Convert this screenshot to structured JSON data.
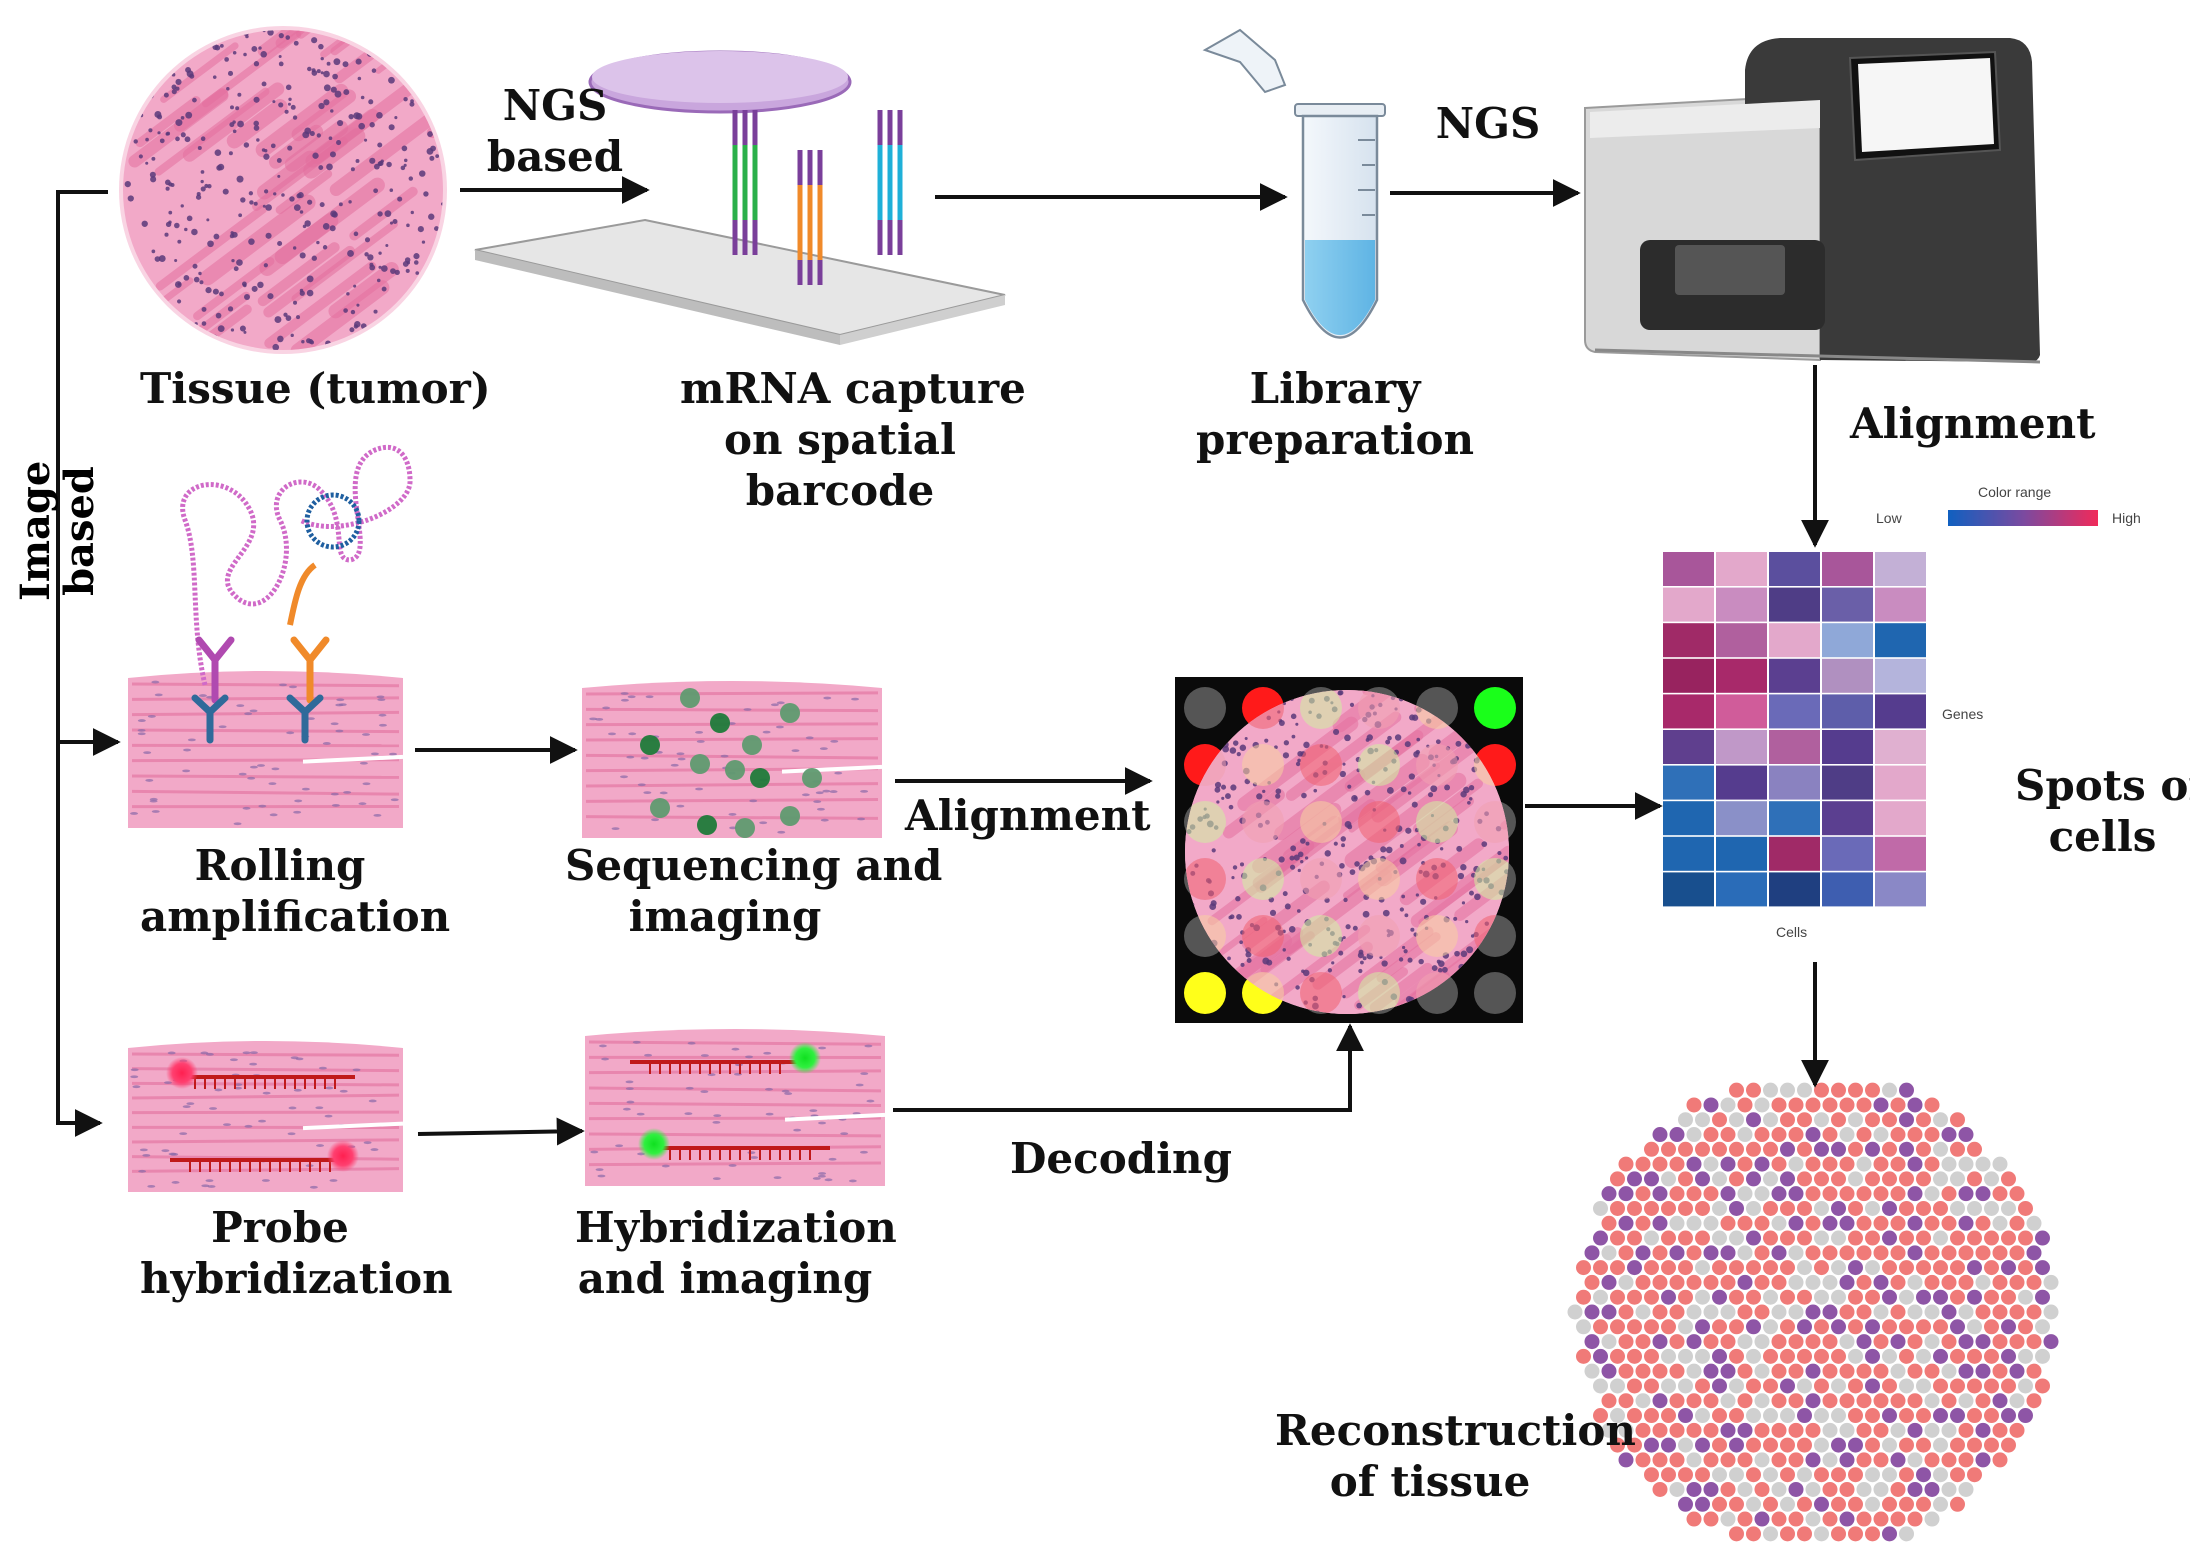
{
  "labels": {
    "tissue": "Tissue (tumor)",
    "ngs_based": [
      "NGS",
      "based"
    ],
    "mrna_capture": [
      "mRNA capture",
      "on spatial",
      "barcode"
    ],
    "library": [
      "Library",
      "preparation"
    ],
    "ngs": "NGS",
    "alignment_top": "Alignment",
    "image_based": [
      "Image",
      "based"
    ],
    "rolling": [
      "Rolling",
      "amplification"
    ],
    "seq_imaging": [
      "Sequencing and",
      "imaging"
    ],
    "alignment_mid": "Alignment",
    "probe": [
      "Probe",
      "hybridization"
    ],
    "hyb_imaging": [
      "Hybridization",
      "and imaging"
    ],
    "decoding": "Decoding",
    "spots": [
      "Spots or",
      "cells"
    ],
    "reconstruction": [
      "Reconstruction",
      "of tissue"
    ]
  },
  "heatmap": {
    "color_range_title": "Color range",
    "low": "Low",
    "high": "High",
    "genes_label": "Genes",
    "cells_label": "Cells",
    "rows": [
      [
        "#a8569a",
        "#e3a8cb",
        "#5b4f9e",
        "#a8569a",
        "#c3b0d6"
      ],
      [
        "#e3a8cb",
        "#c98cc0",
        "#4f3d86",
        "#6a5fa8",
        "#c98cc0"
      ],
      [
        "#a02a67",
        "#b0609e",
        "#e3a8cb",
        "#8fa8d8",
        "#1f66b0"
      ],
      [
        "#98235f",
        "#a8296a",
        "#5b3f90",
        "#b090c0",
        "#b4b4dc"
      ],
      [
        "#a8296a",
        "#d05c9a",
        "#6a6ab8",
        "#5e5eaa",
        "#553c8e"
      ],
      [
        "#5f3f8e",
        "#c098c8",
        "#b0609e",
        "#553c8e",
        "#e0b0d0"
      ],
      [
        "#2f70b8",
        "#553c8e",
        "#8a82c0",
        "#4f3d86",
        "#e3a8cb"
      ],
      [
        "#1f66b0",
        "#8a90c8",
        "#2f70b8",
        "#5b3f90",
        "#e3a8cb"
      ],
      [
        "#1f66b0",
        "#1f66b0",
        "#a02a67",
        "#6a6ab8",
        "#c06aa8"
      ],
      [
        "#184f8e",
        "#2a6cb8",
        "#1f3f80",
        "#3e5eb0",
        "#8a88c6"
      ]
    ]
  },
  "colors": {
    "tissue_pink": "#f2a9c8",
    "tissue_fiber": "#e36f9e",
    "nuclei": "#5a3a7a",
    "spot_salmon": "#f07a78",
    "spot_purple": "#8e55a6",
    "spot_grey": "#d0d0d0",
    "arrow": "#111111"
  }
}
